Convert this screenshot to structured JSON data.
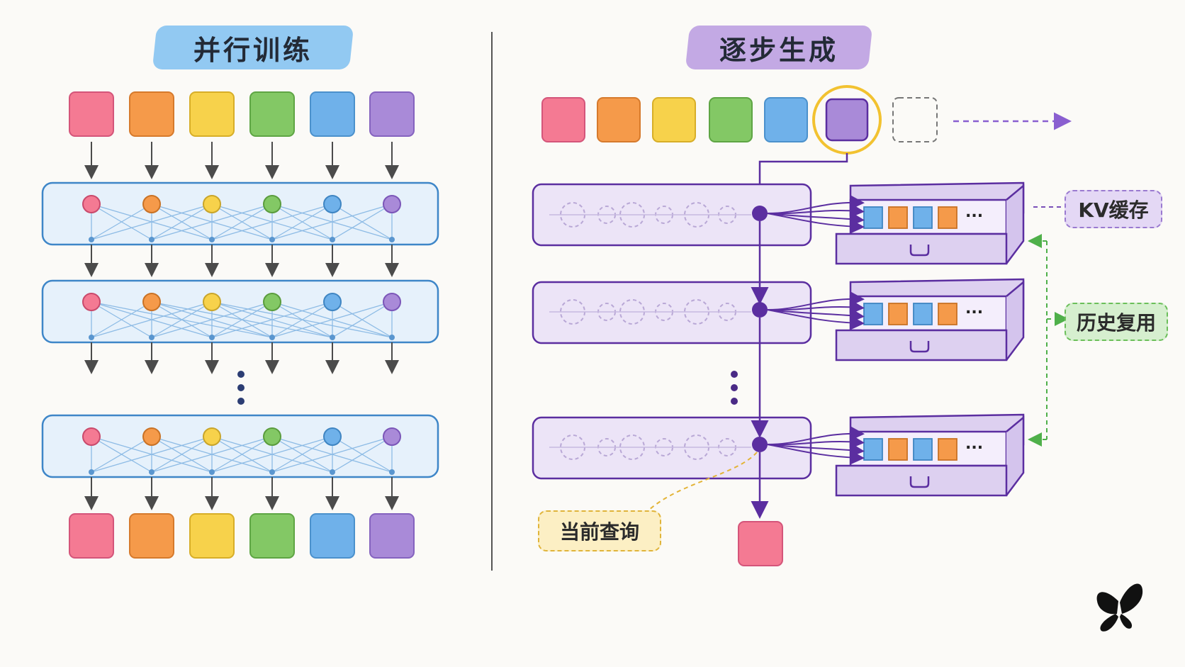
{
  "left_panel": {
    "title": "并行训练"
  },
  "right_panel": {
    "title": "逐步生成",
    "kv_cache_label": "KV缓存",
    "reuse_label": "历史复用",
    "query_label": "当前查询",
    "ellipsis": "..."
  },
  "colors": {
    "token_colors": [
      "#f47a93",
      "#f59a4a",
      "#f7d24b",
      "#83c865",
      "#6fb1ea",
      "#a98ad8"
    ],
    "left_accent": "#5aa6e6",
    "right_accent": "#7a4fb8",
    "query_highlight": "#f2c230",
    "reuse_green": "#4fb04a"
  },
  "icons": [
    "butterfly-logo-icon",
    "drawer-handle-icon",
    "arrow-down-icon",
    "dashed-arrow-right-icon"
  ]
}
